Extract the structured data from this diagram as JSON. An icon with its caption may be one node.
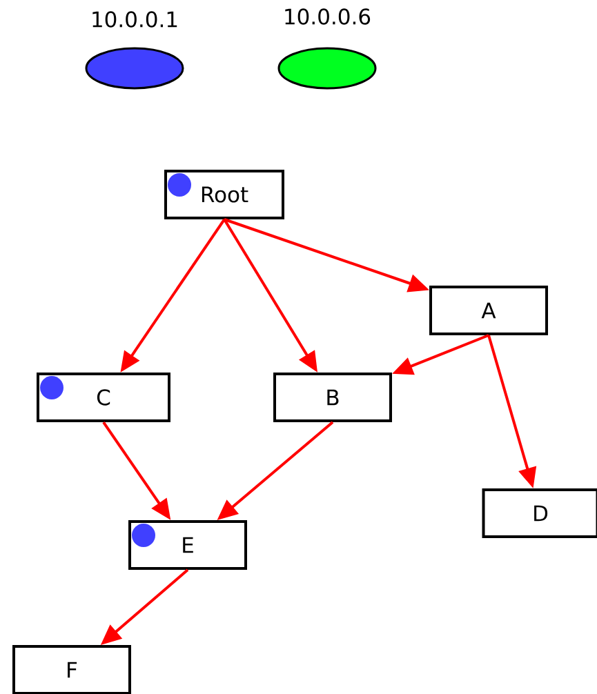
{
  "diagram": {
    "nodes": [
      {
        "text": [
          "Root"
        ]
      },
      {
        "text": [
          "A"
        ]
      },
      {
        "text": [
          "C"
        ]
      },
      {
        "text": [
          "B"
        ]
      },
      {
        "text": [
          "D"
        ]
      },
      {
        "text": [
          "E"
        ]
      },
      {
        "text": [
          "F"
        ]
      }
    ],
    "edges": [
      {
        "from": 0,
        "to": 2,
        "arrow": "to"
      },
      {
        "from": 0,
        "to": 3,
        "arrow": "to"
      },
      {
        "from": 0,
        "to": 1,
        "arrow": "to"
      },
      {
        "from": 1,
        "to": 3,
        "arrow": "to"
      },
      {
        "from": 1,
        "to": 4,
        "arrow": "to"
      },
      {
        "from": 2,
        "to": 5,
        "arrow": "to"
      },
      {
        "from": 3,
        "to": 5,
        "arrow": "to"
      },
      {
        "from": 5,
        "to": 6,
        "arrow": "to"
      }
    ],
    "legend": [
      {
        "text": "10.0.0.1",
        "color": "#4040ff"
      },
      {
        "text": "10.0.0.6",
        "color": "#00ff20"
      }
    ]
  }
}
